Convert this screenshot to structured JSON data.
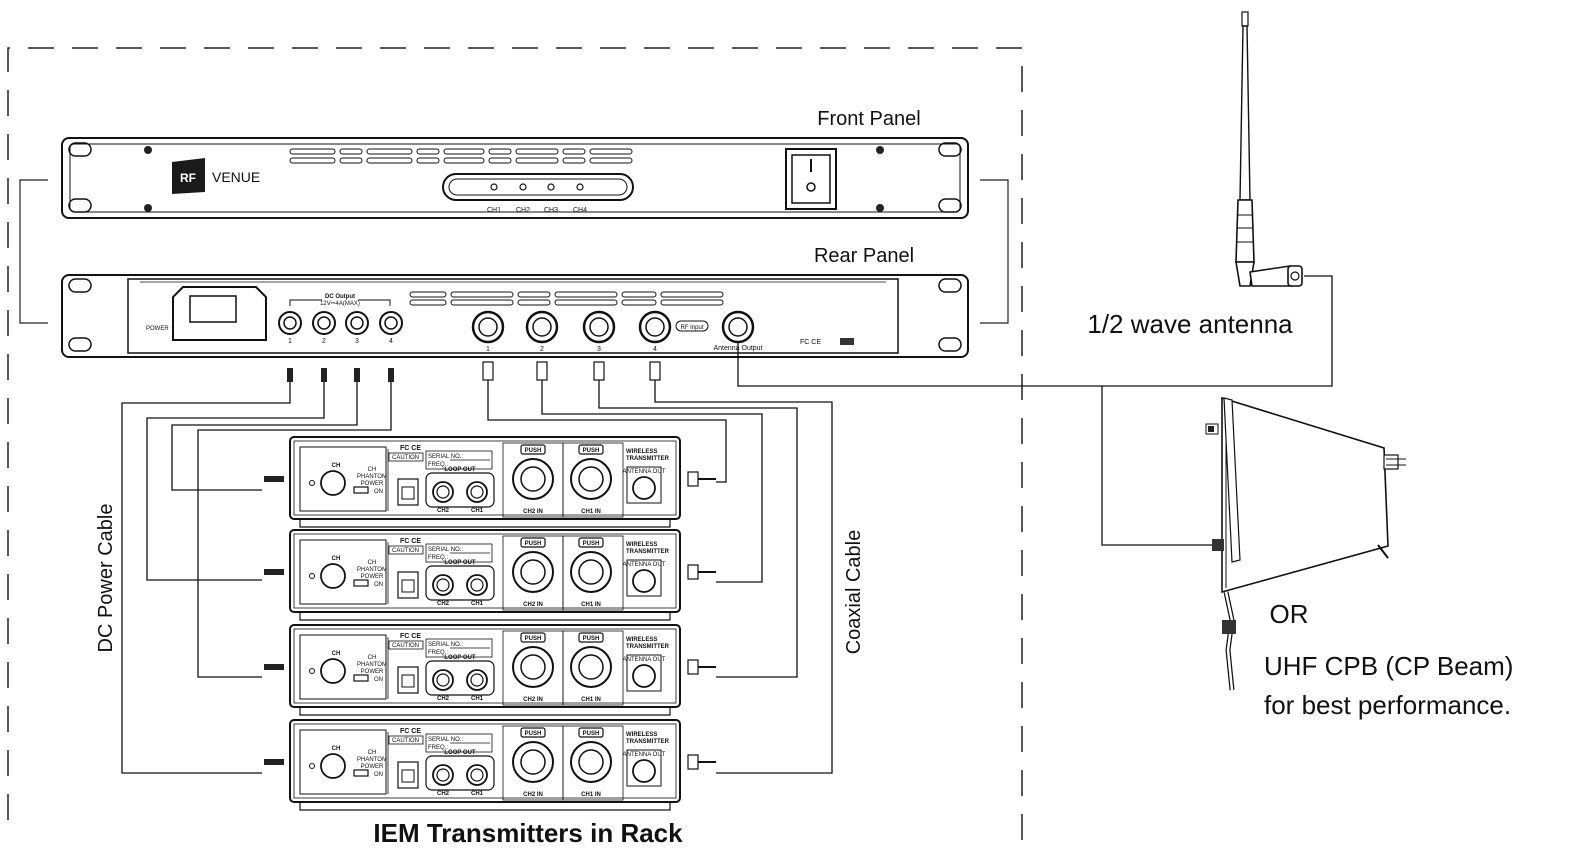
{
  "labels": {
    "front_panel": "Front  Panel",
    "rear_panel": "Rear Panel",
    "antenna": "1/2 wave antenna",
    "or": "OR",
    "cpb_line1": "UHF CPB (CP Beam)",
    "cpb_line2": "for best performance.",
    "dc_cable": "DC Power Cable",
    "coax_cable": "Coaxial Cable",
    "rack_caption": "IEM Transmitters in Rack"
  },
  "combiner": {
    "brand_box": "RF",
    "brand_name": "VENUE",
    "front_channels": [
      "CH1",
      "CH2",
      "CH3",
      "CH4"
    ],
    "power_label": "POWER",
    "dc_output_line1": "DC Output",
    "dc_output_line2": "12V⎓4A(MAX)",
    "dc_numbers": [
      "1",
      "2",
      "3",
      "4"
    ],
    "rf_numbers": [
      "1",
      "2",
      "3",
      "4"
    ],
    "rf_input": "RF Input",
    "antenna_output": "Antenna Output",
    "certs": "FC CE"
  },
  "transmitter": {
    "ch_label": "CH",
    "certs": "FC CE",
    "caution": "CAUTION",
    "serial": "SERIAL NO.:",
    "freq": "FREQ.:",
    "push": "PUSH",
    "loop_out": "LOOP OUT",
    "ch2": "CH2",
    "ch1": "CH1",
    "ch2_in": "CH2 IN",
    "ch1_in": "CH1 IN",
    "wireless_line1": "WIRELESS",
    "wireless_line2": "TRANSMITTER",
    "antenna_out": "ANTENNA OUT",
    "phantom_line1": "CH",
    "phantom_line2": "PHANTOM",
    "phantom_line3": "POWER",
    "on": "ON"
  }
}
